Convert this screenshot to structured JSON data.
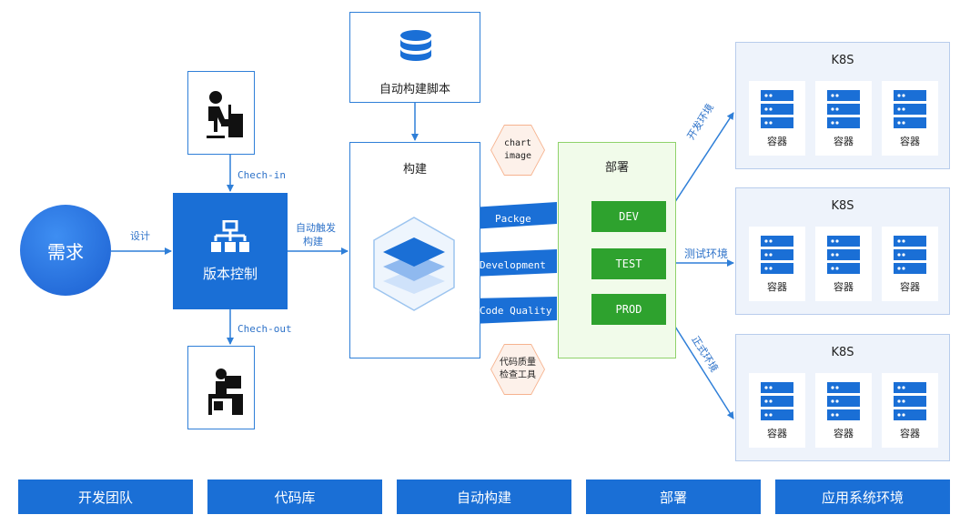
{
  "nodes": {
    "requirement": "需求",
    "version_control": "版本控制",
    "build_script": "自动构建脚本",
    "build": "构建",
    "deploy": "部署",
    "envs": [
      "DEV",
      "TEST",
      "PROD"
    ],
    "artifacts": [
      "Packge",
      "Development",
      "Code Quality"
    ],
    "chart_image": [
      "chart",
      "image"
    ],
    "code_quality_tool": [
      "代码质量",
      "检查工具"
    ]
  },
  "edges": {
    "design": "设计",
    "checkin": "Chech-in",
    "checkout": "Chech-out",
    "auto_trigger": [
      "自动触发",
      "构建"
    ],
    "dev_env": "开发环境",
    "test_env": "测试环境",
    "prod_env": "正式环境"
  },
  "clusters": [
    {
      "title": "K8S",
      "containers": [
        "容器",
        "容器",
        "容器"
      ]
    },
    {
      "title": "K8S",
      "containers": [
        "容器",
        "容器",
        "容器"
      ]
    },
    {
      "title": "K8S",
      "containers": [
        "容器",
        "容器",
        "容器"
      ]
    }
  ],
  "stages": [
    "开发团队",
    "代码库",
    "自动构建",
    "部署",
    "应用系统环境"
  ],
  "colors": {
    "primary_blue": "#1a6fd6",
    "line_blue": "#2f7fd8",
    "deploy_green": "#2ea22e",
    "deploy_bg": "#f1fbea",
    "k8s_bg": "#eef3fb",
    "hex_orange": "#f6b38f"
  },
  "icons": [
    "person-at-desk-icon",
    "sitemap-icon",
    "database-icon",
    "layers-icon",
    "server-icon"
  ]
}
